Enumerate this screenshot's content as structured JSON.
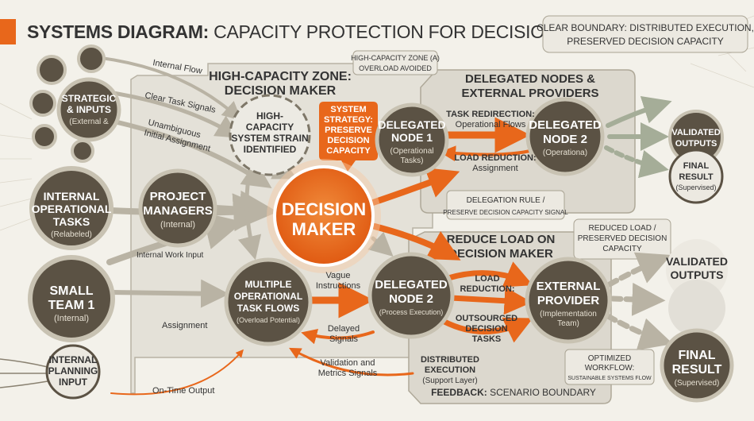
{
  "title": {
    "prefix": "SYSTEMS DIAGRAM:",
    "rest": "CAPACITY PROTECTION FOR DECISION MAKERS"
  },
  "callouts": {
    "top_right": [
      "CLEAR BOUNDARY: DISTRIBUTED EXECUTION,",
      "PRESERVED DECISION CAPACITY"
    ],
    "zone_a": [
      "HIGH-CAPACITY ZONE (A)",
      "OVERLOAD AVOIDED"
    ],
    "delegation_rule": [
      "DELEGATION RULE /",
      "PRESERVE DECISION CAPACITY SIGNAL"
    ],
    "reduced_load": [
      "REDUCED LOAD /",
      "PRESERVED DECISION",
      "CAPACITY"
    ],
    "optimized": [
      "OPTIMIZED",
      "WORKFLOW:",
      "SUSTAINABLE SYSTEMS FLOW"
    ]
  },
  "zones": {
    "high_capacity": [
      "HIGH-CAPACITY ZONE:",
      "DECISION MAKER"
    ],
    "delegated": [
      "DELEGATED NODES &",
      "EXTERNAL PROVIDERS"
    ],
    "reduce_load": [
      "REDUCE LOAD ON",
      "DECISION MAKER"
    ],
    "feedback_prefix": "FEEDBACK:",
    "feedback_rest": "SCENARIO BOUNDARY"
  },
  "nodes": {
    "strategic": {
      "title": [
        "STRATEGIC",
        "& INPUTS"
      ],
      "sub": "(External &"
    },
    "internal_ops": {
      "title": [
        "INTERNAL",
        "OPERATIONAL",
        "TASKS"
      ],
      "sub": "(Relabeled)"
    },
    "small_team": {
      "title": [
        "SMALL",
        "TEAM 1"
      ],
      "sub": "(Internal)"
    },
    "internal_planning": [
      "INTERNAL",
      "PLANNING",
      "INPUT"
    ],
    "strain": [
      "HIGH-",
      "CAPACITY",
      "SYSTEM STRAIN",
      "IDENTIFIED"
    ],
    "project_managers": {
      "title": [
        "PROJECT",
        "MANAGERS"
      ],
      "sub": "(Internal)"
    },
    "multiple_flows": {
      "title": [
        "MULTIPLE",
        "OPERATIONAL",
        "TASK FLOWS"
      ],
      "sub": "(Overload Potential)"
    },
    "strategy": [
      "SYSTEM",
      "STRATEGY:",
      "PRESERVE",
      "DECISION",
      "CAPACITY"
    ],
    "decision_maker": [
      "DECISION",
      "MAKER"
    ],
    "delegated1": {
      "title": [
        "DELEGATED",
        "NODE 1"
      ],
      "sub": [
        "(Operational",
        "Tasks)"
      ]
    },
    "delegated2_top": {
      "title": [
        "DELEGATED",
        "NODE 2"
      ],
      "sub": "(Operationa)"
    },
    "delegated2_mid": {
      "title": [
        "DELEGATED",
        "NODE 2"
      ],
      "sub": "(Process Execution)"
    },
    "external_provider": {
      "title": [
        "EXTERNAL",
        "PROVIDER"
      ],
      "sub": [
        "(Implementation",
        "Team)"
      ]
    },
    "validated_top": [
      "VALIDATED",
      "OUTPUTS"
    ],
    "final_top": {
      "title": [
        "FINAL",
        "RESULT"
      ],
      "sub": "(Supervised)"
    },
    "validated_right": [
      "VALIDATED",
      "OUTPUTS"
    ],
    "final_right": {
      "title": [
        "FINAL",
        "RESULT"
      ],
      "sub": "(Supervised)"
    }
  },
  "labels": {
    "internal_flow": "Internal Flow",
    "clear_task": "Clear Task Signals",
    "unambiguous": [
      "Unambiguous",
      "Initial Assignment"
    ],
    "internal_work": "Internal Work Input",
    "assignment": "Assignment",
    "on_time": "On-Time Output",
    "task_redirection": "TASK REDIRECTION:",
    "operational_flows": "Operational Flows",
    "load_reduction_top": "LOAD REDUCTION:",
    "assignment_top": "Assignment",
    "vague": [
      "Vague",
      "Instructions"
    ],
    "delayed": [
      "Delayed",
      "Signals"
    ],
    "validation": [
      "Validation and",
      "Metrics Signals"
    ],
    "load_reduction_mid": [
      "LOAD",
      "REDUCTION:"
    ],
    "outsourced": [
      "OUTSOURCED",
      "DECISION",
      "TASKS"
    ],
    "distributed": [
      "DISTRIBUTED",
      "EXECUTION"
    ],
    "support_layer": "(Support Layer)"
  },
  "colors": {
    "orange": "#e8671b",
    "dark_node": "#5b5244",
    "zone_fill": "#e4e1d8",
    "callout_fill": "#ece9e1"
  }
}
